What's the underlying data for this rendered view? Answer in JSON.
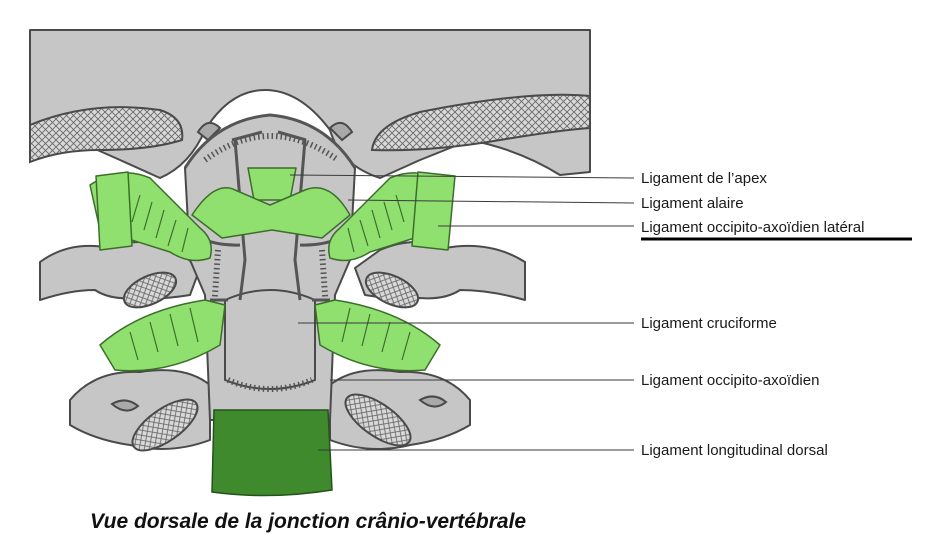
{
  "diagram": {
    "labels": [
      {
        "id": "apex",
        "text": "Ligament de l’apex",
        "underlined": false
      },
      {
        "id": "alaire",
        "text": "Ligament alaire",
        "underlined": false
      },
      {
        "id": "occipito-axoidien-lateral",
        "text": "Ligament occipito-axoïdien latéral",
        "underlined": true
      },
      {
        "id": "cruciforme",
        "text": "Ligament cruciforme",
        "underlined": false
      },
      {
        "id": "occipito-axoidien",
        "text": "Ligament occipito-axoïdien",
        "underlined": false
      },
      {
        "id": "longitudinal-dorsal",
        "text": "Ligament longitudinal dorsal",
        "underlined": false
      }
    ],
    "caption": "Vue dorsale de la jonction crânio-vertébrale",
    "colors": {
      "bone": "#c6c6c6",
      "ligament": "#90e070",
      "ligament_dark": "#3f8a2c",
      "outline": "#4a4a4a",
      "underline": "#000000"
    }
  }
}
